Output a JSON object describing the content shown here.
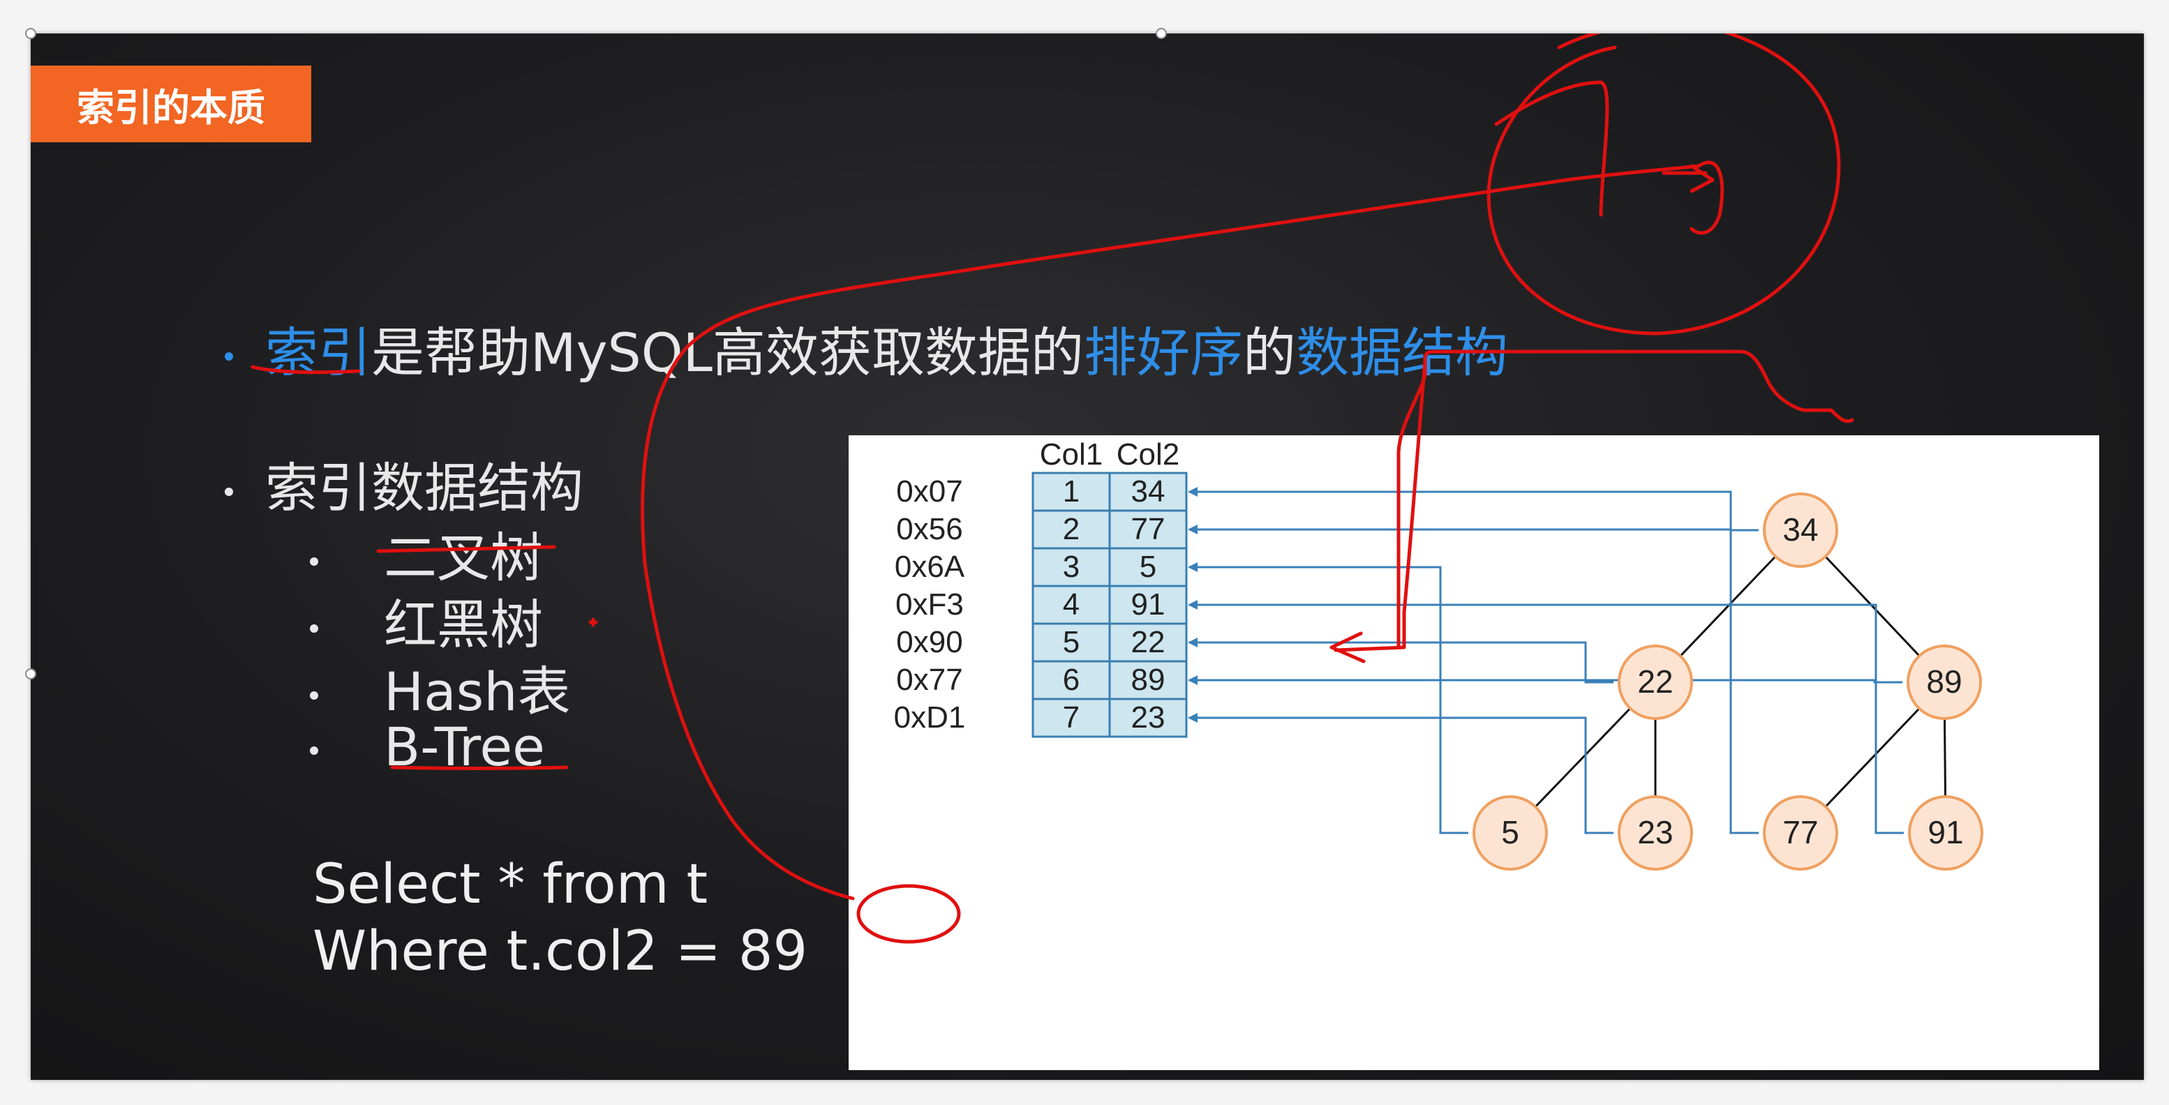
{
  "slide": {
    "title": "索引的本质",
    "bullet1": {
      "parts": [
        "索引",
        "是帮助MySQL高效获取数据的",
        "排好序",
        "的",
        "数据结构"
      ]
    },
    "bullet2": "索引数据结构",
    "sub_items": [
      "二叉树",
      "红黑树",
      "Hash表",
      "B-Tree"
    ],
    "sql": [
      "Select * from t",
      "Where t.col2 = 89"
    ]
  },
  "diagram": {
    "headers": [
      "Col1",
      "Col2"
    ],
    "rows": [
      {
        "addr": "0x07",
        "col1": "1",
        "col2": "34"
      },
      {
        "addr": "0x56",
        "col1": "2",
        "col2": "77"
      },
      {
        "addr": "0x6A",
        "col1": "3",
        "col2": "5"
      },
      {
        "addr": "0xF3",
        "col1": "4",
        "col2": "91"
      },
      {
        "addr": "0x90",
        "col1": "5",
        "col2": "22"
      },
      {
        "addr": "0x77",
        "col1": "6",
        "col2": "89"
      },
      {
        "addr": "0xD1",
        "col1": "7",
        "col2": "23"
      }
    ],
    "tree_nodes": [
      "34",
      "22",
      "89",
      "5",
      "23",
      "77",
      "91"
    ],
    "colors": {
      "table_fill": "#cde6ef",
      "table_border": "#3a7fb0",
      "node_fill": "#fde4d2",
      "node_border": "#f0a060",
      "pointer": "#3a80b8",
      "annotation": "#e01010"
    }
  }
}
